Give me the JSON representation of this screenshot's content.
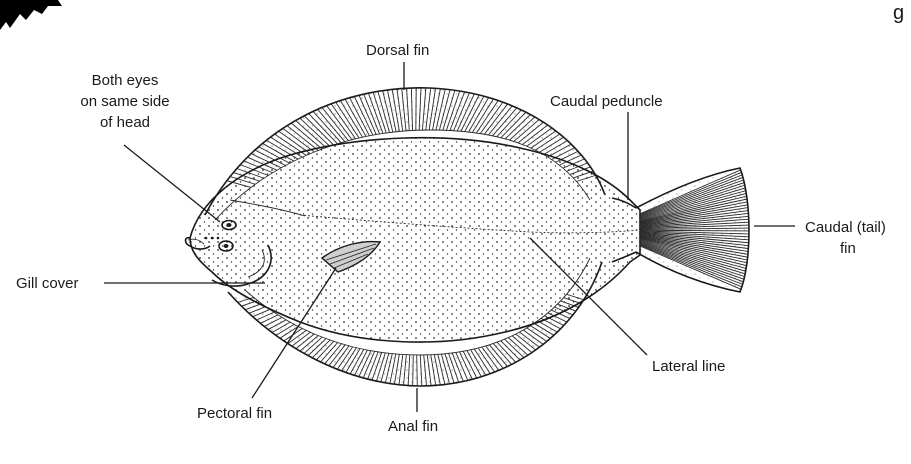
{
  "labels": {
    "dorsal_fin": "Dorsal fin",
    "both_eyes_line1": "Both eyes",
    "both_eyes_line2": "on same side",
    "both_eyes_line3": "of head",
    "caudal_peduncle": "Caudal peduncle",
    "caudal_fin_line1": "Caudal (tail)",
    "caudal_fin_line2": "fin",
    "gill_cover": "Gill cover",
    "lateral_line": "Lateral line",
    "pectoral_fin": "Pectoral fin",
    "anal_fin": "Anal fin",
    "corner_fragment": "g"
  },
  "colors": {
    "ink": "#1a1a1a",
    "background": "#ffffff"
  }
}
